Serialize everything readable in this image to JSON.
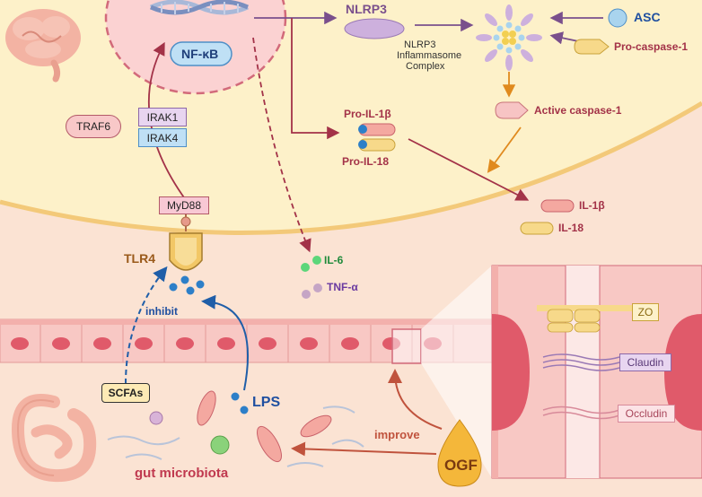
{
  "labels": {
    "nfkb": "NF-κB",
    "nlrp3": "NLRP3",
    "complex_line1": "NLRP3",
    "complex_line2": "Inflammasome",
    "complex_line3": "Complex",
    "asc": "ASC",
    "pro_caspase": "Pro-caspase-1",
    "active_caspase": "Active caspase-1",
    "pro_il1b": "Pro-IL-1β",
    "pro_il18": "Pro-IL-18",
    "il1b": "IL-1β",
    "il18": "IL-18",
    "traf6": "TRAF6",
    "irak1": "IRAK1",
    "irak4": "IRAK4",
    "myd88": "MyD88",
    "tlr4": "TLR4",
    "il6": "IL-6",
    "tnfa": "TNF-α",
    "inhibit": "inhibit",
    "lps": "LPS",
    "scfas": "SCFAs",
    "improve": "improve",
    "ogf": "OGF",
    "gut_microbiota": "gut microbiota",
    "zo": "ZO",
    "claudin": "Claudin",
    "occludin": "Occludin"
  },
  "colors": {
    "cytoplasm": "#fdf1c9",
    "extracellular": "#fbe3d3",
    "nucleus": "#fbd2d2",
    "inflammasome_arrows": "#7a4f8c",
    "caspase_arrows": "#e08a1e",
    "signal_arrows": "#a33248",
    "lps_arrow": "#1f5ea8",
    "ogf_arrows": "#c0533d",
    "il6_text": "#1f8a3a",
    "tnfa_text": "#6a3aa0"
  }
}
